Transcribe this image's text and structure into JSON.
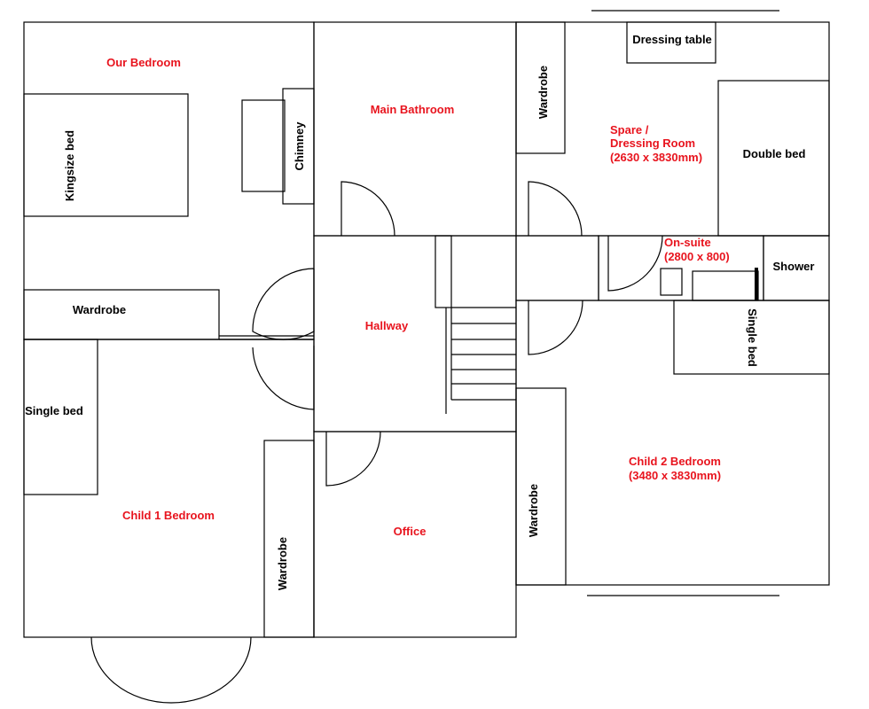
{
  "colors": {
    "room_label": "#e8141e",
    "furniture_label": "#000000",
    "wall": "#000000",
    "background": "#ffffff"
  },
  "rooms": {
    "our_bedroom": "Our Bedroom",
    "main_bathroom": "Main Bathroom",
    "spare_line1": "Spare /",
    "spare_line2": "Dressing Room",
    "spare_dims": "(2630 x 3830mm)",
    "onsuite_name": "On-suite",
    "onsuite_dims": "(2800 x 800)",
    "hallway": "Hallway",
    "child2_name": "Child 2 Bedroom",
    "child2_dims": "(3480 x 3830mm)",
    "child1": "Child 1 Bedroom",
    "office": "Office"
  },
  "furniture": {
    "kingsize_bed": "Kingsize bed",
    "chimney": "Chimney",
    "wardrobe_our_bedroom": "Wardrobe",
    "wardrobe_spare": "Wardrobe",
    "dressing_table": "Dressing table",
    "double_bed": "Double bed",
    "shower": "Shower",
    "single_bed_child2": "Single bed",
    "single_bed_child1": "Single bed",
    "wardrobe_child1": "Wardrobe",
    "wardrobe_child2": "Wardrobe"
  }
}
